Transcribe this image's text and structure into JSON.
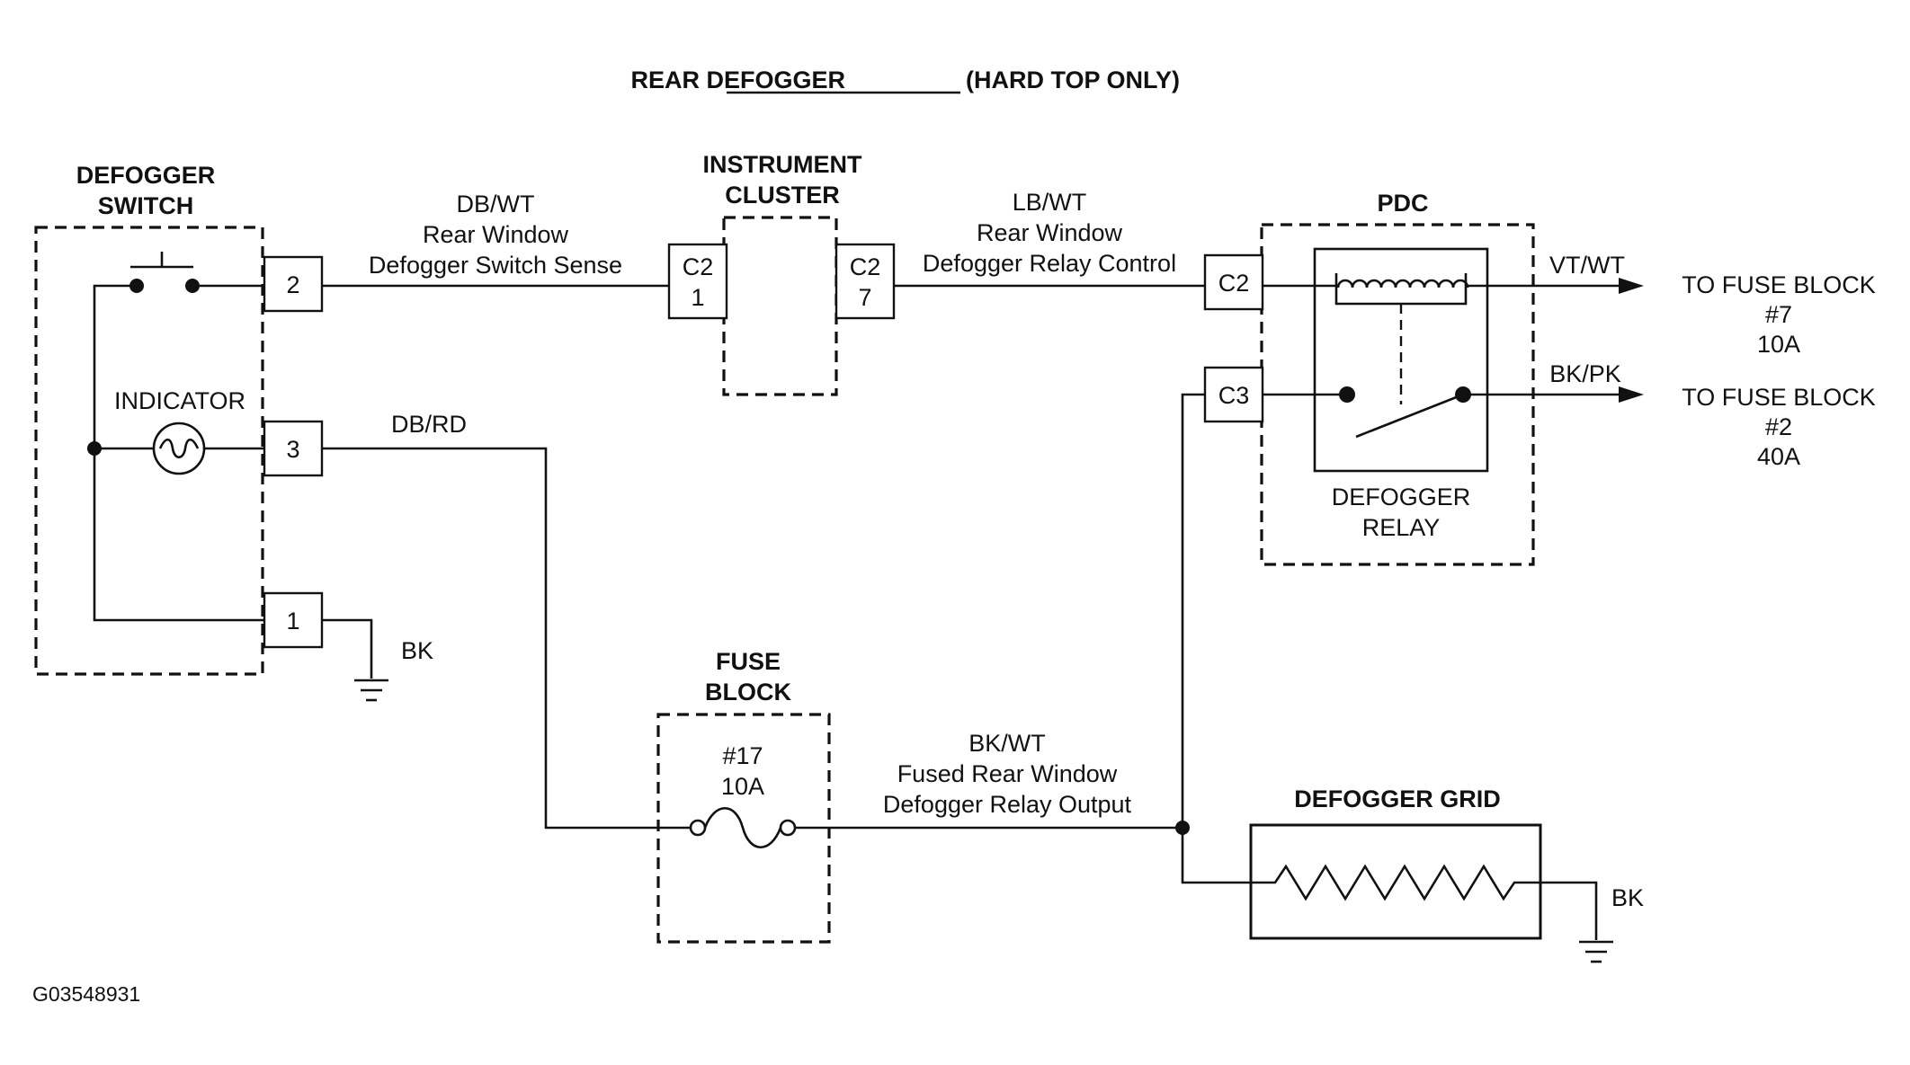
{
  "title": {
    "main": "REAR DEFOGGER",
    "suffix": "(HARD TOP ONLY)"
  },
  "figure_id": "G03548931",
  "components": {
    "defogger_switch": {
      "line1": "DEFOGGER",
      "line2": "SWITCH",
      "indicator": "INDICATOR"
    },
    "instrument_cluster": {
      "line1": "INSTRUMENT",
      "line2": "CLUSTER"
    },
    "pdc": {
      "label": "PDC"
    },
    "defogger_relay": {
      "line1": "DEFOGGER",
      "line2": "RELAY"
    },
    "fuse_block": {
      "line1": "FUSE",
      "line2": "BLOCK",
      "fuse_number": "#17",
      "fuse_rating": "10A"
    },
    "defogger_grid": {
      "label": "DEFOGGER GRID"
    }
  },
  "pins": {
    "switch_pin2": "2",
    "switch_pin3": "3",
    "switch_pin1": "1",
    "cluster_in_a": "C2",
    "cluster_in_b": "1",
    "cluster_out_a": "C2",
    "cluster_out_b": "7",
    "pdc_c2": "C2",
    "pdc_c3": "C3"
  },
  "wires": {
    "db_wt": {
      "color": "DB/WT",
      "line1": "Rear Window",
      "line2": "Defogger Switch Sense"
    },
    "lb_wt": {
      "color": "LB/WT",
      "line1": "Rear Window",
      "line2": "Defogger Relay Control"
    },
    "db_rd": {
      "color": "DB/RD"
    },
    "bk_wt": {
      "color": "BK/WT",
      "line1": "Fused Rear Window",
      "line2": "Defogger Relay Output"
    },
    "vt_wt": {
      "color": "VT/WT"
    },
    "bk_pk": {
      "color": "BK/PK"
    },
    "ground_switch": {
      "color": "BK"
    },
    "ground_grid": {
      "color": "BK"
    }
  },
  "outputs": {
    "fuse7": {
      "line1": "TO FUSE BLOCK",
      "line2": "#7",
      "line3": "10A"
    },
    "fuse2": {
      "line1": "TO FUSE BLOCK",
      "line2": "#2",
      "line3": "40A"
    }
  }
}
